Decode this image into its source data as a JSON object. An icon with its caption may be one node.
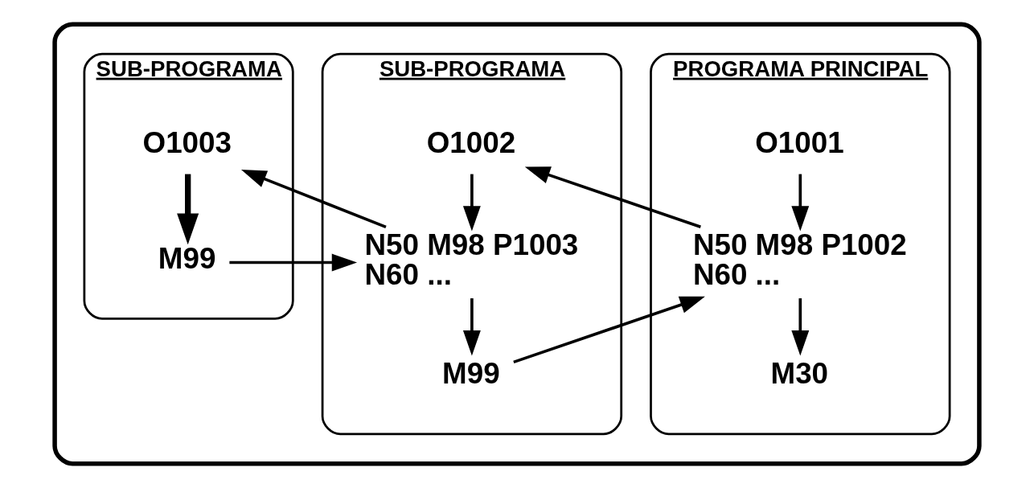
{
  "diagram": {
    "nodes": [
      {
        "text": [],
        "shape": "box"
      },
      {
        "text": [
          "PROGRAMA PRINCIPAL"
        ],
        "in": 0
      },
      {
        "text": [
          "O1001"
        ],
        "in": 1
      },
      {
        "text": [
          "N50 M98 P1002",
          "N60 ..."
        ],
        "in": 1
      },
      {
        "text": [
          "M30"
        ],
        "in": 1
      },
      {
        "text": [
          "SUB-PROGRAMA"
        ],
        "in": 0
      },
      {
        "text": [
          "O1002"
        ],
        "in": 5
      },
      {
        "text": [
          "N50 M98 P1003",
          "N60 ..."
        ],
        "in": 5
      },
      {
        "text": [
          "M99"
        ],
        "in": 5
      },
      {
        "text": [
          "SUB-PROGRAMA"
        ],
        "in": 0
      },
      {
        "text": [
          "O1003"
        ],
        "in": 9
      },
      {
        "text": [
          "M99"
        ],
        "in": 9
      }
    ],
    "edges": [
      {
        "from": 2,
        "to": 3,
        "arrow": "to"
      },
      {
        "from": 3,
        "to": 4,
        "arrow": "to"
      },
      {
        "from": 3,
        "to": 6,
        "arrow": "to"
      },
      {
        "from": 8,
        "to": 3,
        "arrow": "to"
      },
      {
        "from": 6,
        "to": 7,
        "arrow": "to"
      },
      {
        "from": 7,
        "to": 8,
        "arrow": "to"
      },
      {
        "from": 7,
        "to": 10,
        "arrow": "to"
      },
      {
        "from": 11,
        "to": 7,
        "arrow": "to"
      },
      {
        "from": 10,
        "to": 11,
        "arrow": "to",
        "style": "thick"
      }
    ]
  }
}
